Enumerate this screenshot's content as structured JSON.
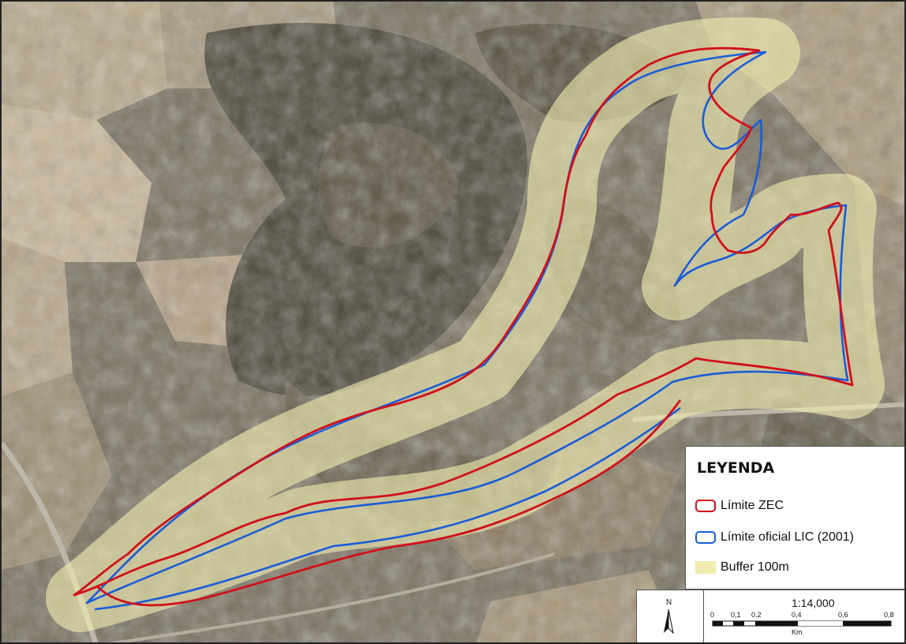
{
  "legend": {
    "title": "LEYENDA",
    "items": [
      {
        "label": "Límite ZEC",
        "color": "#d0101a",
        "symbol": "outline"
      },
      {
        "label": "Límite oficial LIC (2001)",
        "color": "#1a5cd8",
        "symbol": "outline"
      },
      {
        "label": "Buffer 100m",
        "color": "#f0ecb0",
        "symbol": "fill"
      }
    ]
  },
  "north_arrow": {
    "label": "N"
  },
  "scale": {
    "ratio": "1:14,000",
    "ticks": [
      "0",
      "0,1",
      "0,2",
      "0,4",
      "0,6",
      "0,8"
    ],
    "unit": "Km"
  },
  "map": {
    "basemap": "aerial imagery",
    "colors": {
      "zec": "#d0101a",
      "lic": "#1a5cd8",
      "buffer": "#f0ecb0"
    }
  }
}
